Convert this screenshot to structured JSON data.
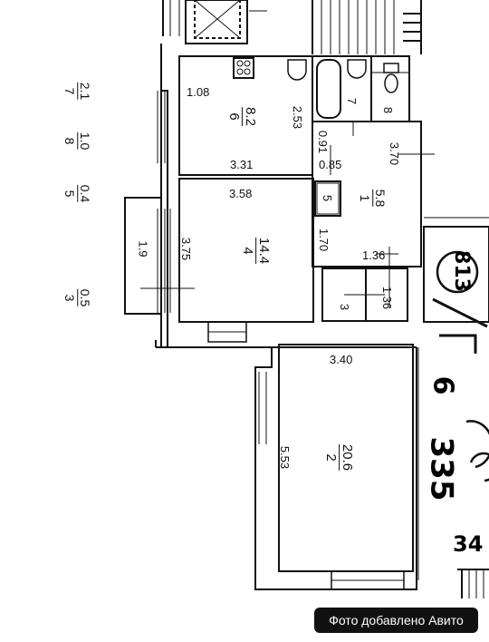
{
  "labels": {
    "dim_108": "1.08",
    "room6_area": "8.2",
    "room6_num": "6",
    "dim_253": "2.53",
    "room7_num": "7",
    "room8_num": "8",
    "dim_091": "0.91",
    "dim_085": "0.85",
    "dim_370": "3.70",
    "dim_331": "3.31",
    "dim_358": "3.58",
    "room1_num": "1",
    "room1_area": "5.8",
    "room5_num": "5",
    "room4_num": "4",
    "room4_area": "14.4",
    "dim_375": "3.75",
    "dim_170": "1.70",
    "dim_136a": "1.36",
    "dim_136b": "1.36",
    "room3_num": "3",
    "balcony_dim": "1.9",
    "dim_340": "3.40",
    "room2_num": "2",
    "room2_area": "20.6",
    "dim_553": "5.53"
  },
  "legend": [
    {
      "num": "7",
      "area": "2.1"
    },
    {
      "num": "8",
      "area": "1.0"
    },
    {
      "num": "5",
      "area": "0.4"
    },
    {
      "num": "3",
      "area": "0.5"
    }
  ],
  "handwriting": {
    "circled": "813",
    "num_6": "6",
    "num_335": "335",
    "num_34": "34"
  },
  "badge": "Фото добавлено Авито",
  "colors": {
    "ink": "#111111",
    "badge_bg": "#111111",
    "badge_text": "#ffffff"
  }
}
